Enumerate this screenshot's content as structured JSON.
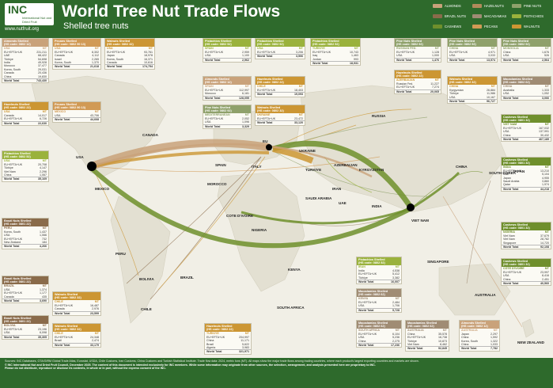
{
  "header": {
    "logo_main": "INC",
    "logo_sub": "International Nut and Dried Fruit",
    "website": "www.nutfruit.org",
    "title": "World Tree Nut Trade Flows",
    "subtitle": "Shelled tree nuts"
  },
  "legend": [
    {
      "label": "ALMONDS",
      "color": "#c9a27a"
    },
    {
      "label": "HAZELNUTS",
      "color": "#b28a5a"
    },
    {
      "label": "PINE NUTS",
      "color": "#8fa16b"
    },
    {
      "label": "BRAZIL NUTS",
      "color": "#8a6b4a"
    },
    {
      "label": "MACADAMIAS",
      "color": "#a08c74"
    },
    {
      "label": "PISTACHIOS",
      "color": "#9ab23c"
    },
    {
      "label": "CASHEWS",
      "color": "#6f8f2c"
    },
    {
      "label": "PECANS",
      "color": "#d19a55"
    },
    {
      "label": "WALNUTS",
      "color": "#cc9633"
    }
  ],
  "boxes": [
    {
      "title": "Almonds Shelled",
      "sub": "(HS code: 0802 12)",
      "color": "#c9a27a",
      "country": "USA",
      "rows": [
        [
          "EU+EFTA+UK",
          "231,211"
        ],
        [
          "UAE",
          "68,422"
        ],
        [
          "Türkiye",
          "54,698"
        ],
        [
          "India",
          "49,928"
        ],
        [
          "Morocco",
          "37,477"
        ],
        [
          "Korea, South",
          "29,031"
        ],
        [
          "Canada",
          "20,436"
        ],
        [
          "China",
          "19,830"
        ]
      ],
      "total": "743,430"
    },
    {
      "title": "Hazelnuts Shelled",
      "sub": "(HS code: 0802 22)",
      "color": "#cc9633",
      "country": "USA",
      "rows": [
        [
          "Canada",
          "14,017"
        ],
        [
          "EU+EFTA+UK",
          "6,726"
        ]
      ],
      "total": "22,630"
    },
    {
      "title": "Pistachios Shelled",
      "sub": "(HS code: 0802 52)",
      "color": "#9ab23c",
      "country": "USA",
      "rows": [
        [
          "EU+EFTA+UK",
          "20,708"
        ],
        [
          "Türkiye",
          "4,147"
        ],
        [
          "Viet Nam",
          "2,296"
        ],
        [
          "China",
          "1,067"
        ]
      ],
      "total": "35,169"
    },
    {
      "title": "Brazil Nuts Shelled",
      "sub": "(HS code: 0801 22)",
      "color": "#8a6b4a",
      "country": "PERU",
      "rows": [
        [
          "Korea, South",
          "1,437"
        ],
        [
          "USA",
          "1,066"
        ],
        [
          "EU+EFTA+UK",
          "732"
        ],
        [
          "New Zealand",
          "184"
        ]
      ],
      "total": "4,266"
    },
    {
      "title": "Brazil Nuts Shelled",
      "sub": "(HS code: 0801 22)",
      "color": "#8a6b4a",
      "country": "BRAZIL",
      "rows": [
        [
          "USA",
          "1,374"
        ],
        [
          "EU+EFTA+UK",
          "1,177"
        ],
        [
          "Canada",
          "435"
        ]
      ],
      "total": "3,690"
    },
    {
      "title": "Brazil Nuts Shelled",
      "sub": "(HS code: 0801 22)",
      "color": "#8a6b4a",
      "country": "BOLIVIA",
      "rows": [
        [
          "EU+EFTA+UK",
          "23,196"
        ],
        [
          "USA",
          "6,098"
        ]
      ],
      "total": "35,305"
    },
    {
      "title": "Pecans Shelled",
      "sub": "(HS code: 0802 90 13)",
      "color": "#d19a55",
      "country": "USA",
      "rows": [
        [
          "EU+EFTA+UK",
          "8,302"
        ],
        [
          "Canada",
          "4,112"
        ],
        [
          "Israel",
          "2,265"
        ],
        [
          "Korea, South",
          "1,370"
        ]
      ],
      "total": "21,618"
    },
    {
      "title": "Pecans Shelled",
      "sub": "(HS code: 0802 90 13)",
      "color": "#d19a55",
      "country": "MEXICO",
      "rows": [
        [
          "USA",
          "43,706"
        ]
      ],
      "total": "44,668"
    },
    {
      "title": "Walnuts Shelled",
      "sub": "(HS code: 0802 32)",
      "color": "#cc9633",
      "country": "USA",
      "rows": [
        [
          "EU+EFTA+UK",
          "93,761"
        ],
        [
          "Japan",
          "18,978"
        ],
        [
          "Korea, South",
          "16,371"
        ],
        [
          "Canada",
          "10,616"
        ]
      ],
      "total": "174,754"
    },
    {
      "title": "Walnuts Shelled",
      "sub": "(HS code: 0802 32)",
      "color": "#cc9633",
      "country": "CHILE",
      "rows": [
        [
          "EU+EFTA+UK",
          "16,487"
        ],
        [
          "Canada",
          "2,976"
        ]
      ],
      "total": "23,599"
    },
    {
      "title": "Walnuts Shelled",
      "sub": "(HS code: 0802 32)",
      "color": "#cc9633",
      "country": "CHILE",
      "rows": [
        [
          "EU+EFTA+UK",
          "24,348"
        ],
        [
          "Brazil",
          "2,474"
        ]
      ],
      "total": "33,179"
    },
    {
      "title": "Pistachios Shelled",
      "sub": "(HS code: 0802 52)",
      "color": "#9ab23c",
      "country": "SPAIN",
      "rows": [
        [
          "EU+EFTA+UK",
          "2,959"
        ],
        [
          "USA",
          "1,100"
        ]
      ],
      "total": "2,962"
    },
    {
      "title": "Almonds Shelled",
      "sub": "(HS code: 0802 12)",
      "color": "#c9a27a",
      "country": "SPAIN",
      "rows": [
        [
          "EU+EFTA+UK",
          "112,997"
        ],
        [
          "Morocco",
          "6,181"
        ]
      ],
      "total": "128,055"
    },
    {
      "title": "Pine Nuts Shelled",
      "sub": "(HS code: 0802 92)",
      "color": "#8fa16b",
      "country": "MEDITERRANEAN",
      "rows": [
        [
          "EU+EFTA+UK",
          "2,052"
        ],
        [
          "USA",
          "1,096"
        ]
      ],
      "total": "3,329"
    },
    {
      "title": "Pistachios Shelled",
      "sub": "(HS code: 0802 52)",
      "color": "#9ab23c",
      "country": "USA",
      "rows": [
        [
          "EU+EFTA+UK",
          "3,206"
        ]
      ],
      "total": "3,506"
    },
    {
      "title": "Hazelnuts Shelled",
      "sub": "(HS code: 0802 22)",
      "color": "#cc9633",
      "country": "CHILE",
      "rows": [
        [
          "EU+EFTA+UK",
          "18,403"
        ]
      ],
      "total": "19,093"
    },
    {
      "title": "Walnuts Shelled",
      "sub": "(HS code: 0802 32)",
      "color": "#cc9633",
      "country": "UKRAINE",
      "rows": [
        [
          "EU+EFTA+UK",
          "23,472"
        ]
      ],
      "total": "33,120"
    },
    {
      "title": "Pistachios Shelled",
      "sub": "(HS code: 0802 52)",
      "color": "#9ab23c",
      "country": "TÜRKIYE",
      "rows": [
        [
          "EU+EFTA+UK",
          "10,743"
        ],
        [
          "Iraq",
          "1,463"
        ],
        [
          "Jordan",
          "993"
        ]
      ],
      "total": "18,931"
    },
    {
      "title": "Pine Nuts Shelled",
      "sub": "(HS code: 0802 92)",
      "color": "#8fa16b",
      "country": "RUSSIAN FED.",
      "rows": [
        [
          "EU+EFTA+UK",
          "1,128"
        ],
        [
          "USA",
          "1,000"
        ]
      ],
      "total": "1,476"
    },
    {
      "title": "Hazelnuts Shelled",
      "sub": "(HS code: 0802 22)",
      "color": "#cc9633",
      "country": "AZERBAIJAN",
      "rows": [
        [
          "Russian Fed.",
          "11,227"
        ],
        [
          "EU+EFTA+UK",
          "7,274"
        ]
      ],
      "total": "20,065"
    },
    {
      "title": "Pine Nuts Shelled",
      "sub": "(HS code: 0802 92)",
      "color": "#8fa16b",
      "country": "CHINA",
      "rows": [
        [
          "EU+EFTA+UK",
          "4,971"
        ],
        [
          "USA",
          "3,033"
        ]
      ],
      "total": "13,574"
    },
    {
      "title": "Walnuts Shelled",
      "sub": "(HS code: 0802 32)",
      "color": "#cc9633",
      "country": "CHINA",
      "rows": [
        [
          "Kyrgyzstan",
          "26,884"
        ],
        [
          "Türkiye",
          "11,986"
        ],
        [
          "USA",
          "10,167"
        ]
      ],
      "total": "96,727"
    },
    {
      "title": "Pine Nuts Shelled",
      "sub": "(HS code: 0802 92)",
      "color": "#8fa16b",
      "country": "MONGOLIA",
      "rows": [
        [
          "China",
          "1,676"
        ],
        [
          "USA",
          "526"
        ]
      ],
      "total": "2,564"
    },
    {
      "title": "Macadamias Shelled",
      "sub": "(HS code: 0802 62)",
      "color": "#a08c74",
      "country": "CHINA",
      "rows": [
        [
          "Australia",
          "1,333"
        ],
        [
          "USA",
          "1,052"
        ]
      ],
      "total": "3,066"
    },
    {
      "title": "Cashews Shelled",
      "sub": "(HS code: 0801 32)",
      "color": "#6f8f2c",
      "country": "VIET NAM",
      "rows": [
        [
          "EU+EFTA+UK",
          "167,032"
        ],
        [
          "USA",
          "137,991"
        ],
        [
          "China",
          "30,432"
        ]
      ],
      "total": "467,189"
    },
    {
      "title": "Cashews Shelled",
      "sub": "(HS code: 0801 32)",
      "color": "#6f8f2c",
      "country": "INDIA",
      "rows": [
        [
          "EU+EFTA+UK",
          "13,210"
        ],
        [
          "UAE",
          "5,104"
        ],
        [
          "Japan",
          "4,955"
        ],
        [
          "Saudi Arabia",
          "3,860"
        ],
        [
          "Qatar",
          "1,974"
        ]
      ],
      "total": "44,218"
    },
    {
      "title": "Cashews Shelled",
      "sub": "(HS code: 0801 32)",
      "color": "#6f8f2c",
      "country": "NIGERIA",
      "rows": [
        [
          "Viet Nam",
          "37,679"
        ],
        [
          "Viet Nam",
          "28,782"
        ],
        [
          "Singapore",
          "14,720"
        ]
      ],
      "total": "92,108"
    },
    {
      "title": "Cashews Shelled",
      "sub": "(HS code: 0801 32)",
      "color": "#6f8f2c",
      "country": "CÔTE D'IVOIRE",
      "rows": [
        [
          "EU+EFTA+UK",
          "23,997"
        ],
        [
          "USA",
          "8,416"
        ],
        [
          "China",
          "2,451"
        ]
      ],
      "total": "40,560"
    },
    {
      "title": "Pistachios Shelled",
      "sub": "(HS code: 0802 52)",
      "color": "#9ab23c",
      "country": "IRAN",
      "rows": [
        [
          "India",
          "4,538"
        ],
        [
          "EU+EFTA+UK",
          "5,412"
        ],
        [
          "Türkiye",
          "3,382"
        ]
      ],
      "total": "16,007"
    },
    {
      "title": "Macadamias Shelled",
      "sub": "(HS code: 0802 62)",
      "color": "#a08c74",
      "country": "KENYA",
      "rows": [
        [
          "EU+EFTA+UK",
          "2,484"
        ],
        [
          "USA",
          "1,706"
        ]
      ],
      "total": "5,728"
    },
    {
      "title": "Macadamias Shelled",
      "sub": "(HS code: 0802 62)",
      "color": "#a08c74",
      "country": "SOUTH AFRICA",
      "rows": [
        [
          "EU+EFTA+UK",
          "6,104"
        ],
        [
          "USA",
          "5,236"
        ],
        [
          "China",
          "2,275"
        ]
      ],
      "total": "17,236"
    },
    {
      "title": "Macadamias Shelled",
      "sub": "(HS code: 0802 62)",
      "color": "#a08c74",
      "country": "AUSTRALIA",
      "rows": [
        [
          "China",
          "35,578"
        ],
        [
          "EU+EFTA+UK",
          "16,738"
        ],
        [
          "Türkiye",
          "10,873"
        ],
        [
          "Viet Nam",
          "8,462"
        ]
      ],
      "total": "92,845"
    },
    {
      "title": "Almonds Shelled",
      "sub": "(HS code: 0802 12)",
      "color": "#c9a27a",
      "country": "AUSTRALIA",
      "rows": [
        [
          "Japan",
          "2,297"
        ],
        [
          "China",
          "1,592"
        ],
        [
          "Korea, South",
          "1,322"
        ],
        [
          "China",
          "1,033"
        ]
      ],
      "total": "7,782"
    },
    {
      "title": "Hazelnuts Shelled",
      "sub": "(HS code: 0802 22)",
      "color": "#cc9633",
      "country": "TÜRKIYE",
      "rows": [
        [
          "EU+EFTA+UK",
          "204,997"
        ],
        [
          "China",
          "11,171"
        ],
        [
          "Brazil",
          "5,622"
        ],
        [
          "Algeria",
          "3,983"
        ]
      ],
      "total": "321,971"
    }
  ],
  "cities": [
    "CANADA",
    "USA",
    "MEXICO",
    "PERU",
    "BOLIVIA",
    "BRAZIL",
    "CHILE",
    "EU",
    "UKRAINE",
    "SPAIN",
    "ITALY",
    "MOROCCO",
    "TURKIYE",
    "AZERBAIJAN",
    "KYRGYZSTAN",
    "RUSSIA",
    "IRAN",
    "SAUDI ARABIA",
    "UAE",
    "INDIA",
    "CHINA",
    "SOUTH KOREA",
    "JAPAN",
    "VIET NAM",
    "SINGAPORE",
    "NIGERIA",
    "COTE D'IVOIRE",
    "KENYA",
    "SOUTH AFRICA",
    "AUSTRALIA",
    "NEW ZEALAND"
  ],
  "footer": {
    "line1": "Sources: INC Databases, GTA/GIRM Global Trade Atlas, Eurostat, USDA, Chile Customs, Iran Customs, China Customs and Turkish Statistical Institute. Trade flow data: 2024, metric tons (MT). All maps show the major trade flows among trading countries, where each product's largest exporting countries and markets are shown.",
    "line2": "© INC International Nut and Dried Fruit Council, December 2025. The content of this document is intended exclusively for INC members. While some information may originate from other sources, the selection, arrangement, and analysis presented here are proprietary to INC.",
    "line3": "Please do not distribute, reproduce or disclose its contents, in whole or in part, without the express consent of the INC."
  }
}
